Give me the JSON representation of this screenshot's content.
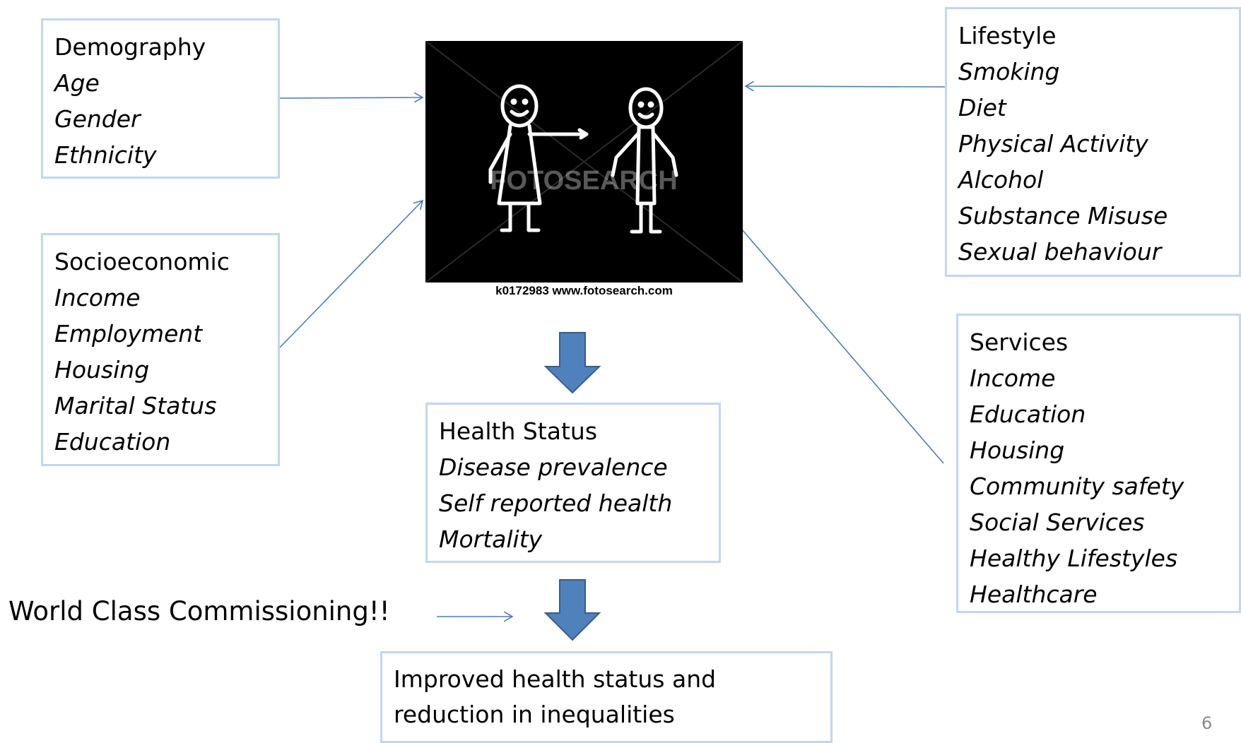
{
  "demography": {
    "title": "Demography",
    "items": [
      "Age",
      "Gender",
      "Ethnicity"
    ]
  },
  "socioeconomic": {
    "title": "Socioeconomic",
    "items": [
      "Income",
      "Employment",
      "Housing",
      "Marital Status",
      "Education"
    ]
  },
  "lifestyle": {
    "title": "Lifestyle",
    "items": [
      "Smoking",
      "Diet",
      "Physical Activity",
      "Alcohol",
      "Substance Misuse",
      "Sexual behaviour"
    ]
  },
  "services": {
    "title": "Services",
    "items": [
      "Income",
      "Education",
      "Housing",
      "Community safety",
      "Social Services",
      "Healthy Lifestyles",
      "Healthcare"
    ]
  },
  "health_status": {
    "title": "Health Status",
    "items": [
      "Disease prevalence",
      "Self reported health",
      "Mortality"
    ]
  },
  "outcome": {
    "lines": [
      "Improved health status and",
      "reduction in inequalities"
    ]
  },
  "photo": {
    "watermark": "FOTOSEARCH",
    "caption": "k0172983  www.fotosearch.com"
  },
  "intervention_label": "World Class Commissioning!!",
  "page_number": "6",
  "colors": {
    "box_border": "#c3d6ee",
    "connector": "#4a7ebb",
    "block_arrow": "#4f81bd",
    "block_arrow_border": "#385d8a"
  }
}
